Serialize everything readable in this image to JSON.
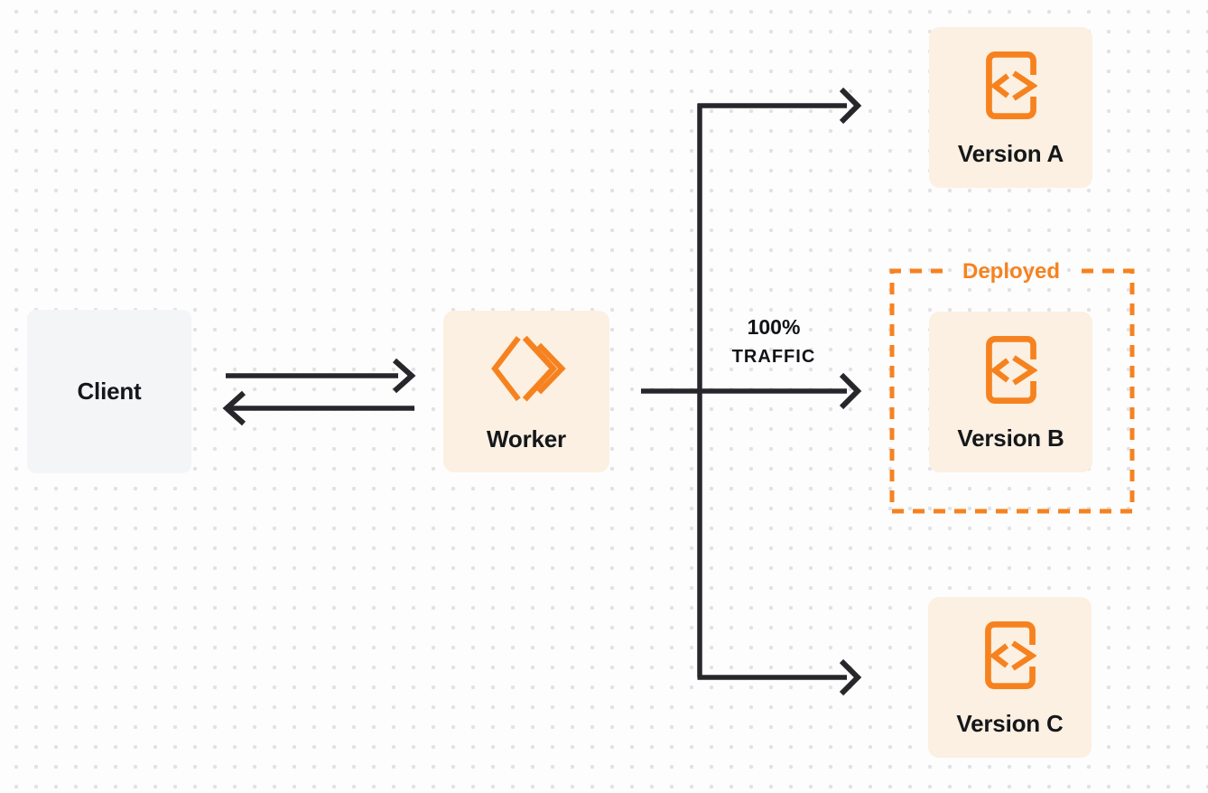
{
  "colors": {
    "accent_orange": "#F6821F",
    "node_cream": "#FBF0E1",
    "node_gray": "#F4F5F7",
    "connector_dark": "#26262B",
    "text_dark": "#15171A",
    "dot_grid": "#E2E2E6",
    "background": "#FDFDFE"
  },
  "nodes": {
    "client": {
      "label": "Client"
    },
    "worker": {
      "label": "Worker",
      "icon": "workers-logo-icon"
    },
    "version_a": {
      "label": "Version A",
      "icon": "code-file-icon"
    },
    "version_b": {
      "label": "Version B",
      "icon": "code-file-icon"
    },
    "version_c": {
      "label": "Version C",
      "icon": "code-file-icon"
    }
  },
  "edges": [
    {
      "from": "client",
      "to": "worker",
      "direction": "bidirectional"
    },
    {
      "from": "worker",
      "to": "version_a",
      "direction": "forward"
    },
    {
      "from": "worker",
      "to": "version_b",
      "direction": "forward",
      "label": "100% TRAFFIC"
    },
    {
      "from": "worker",
      "to": "version_c",
      "direction": "forward"
    }
  ],
  "annotations": {
    "deployed_label": "Deployed",
    "traffic_label": {
      "line1": "100%",
      "line2": "TRAFFIC"
    }
  }
}
